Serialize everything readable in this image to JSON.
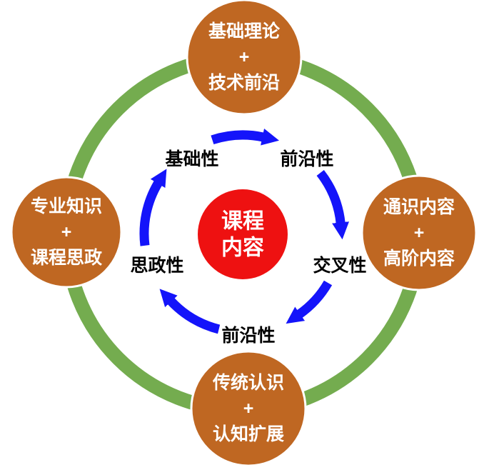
{
  "diagram": {
    "center": {
      "line1": "课程",
      "line2": "内容"
    },
    "nodes": {
      "top": {
        "line1": "基础理论",
        "plus": "+",
        "line2": "技术前沿"
      },
      "right": {
        "line1": "通识内容",
        "plus": "+",
        "line2": "高阶内容"
      },
      "bottom": {
        "line1": "传统认识",
        "plus": "+",
        "line2": "认知扩展"
      },
      "left": {
        "line1": "专业知识",
        "plus": "+",
        "line2": "课程思政"
      }
    },
    "cycle_labels": {
      "top_left": "基础性",
      "top_right": "前沿性",
      "right": "交叉性",
      "bottom": "前沿性",
      "left": "思政性"
    },
    "colors": {
      "ring_green": "#74AC4F",
      "node_orange": "#BF6722",
      "node_outline_white": "#FFFFFF",
      "center_red": "#EE1111",
      "arrow_blue": "#1414FA",
      "label_black": "#000000",
      "node_text_white": "#FFFFFF"
    }
  }
}
